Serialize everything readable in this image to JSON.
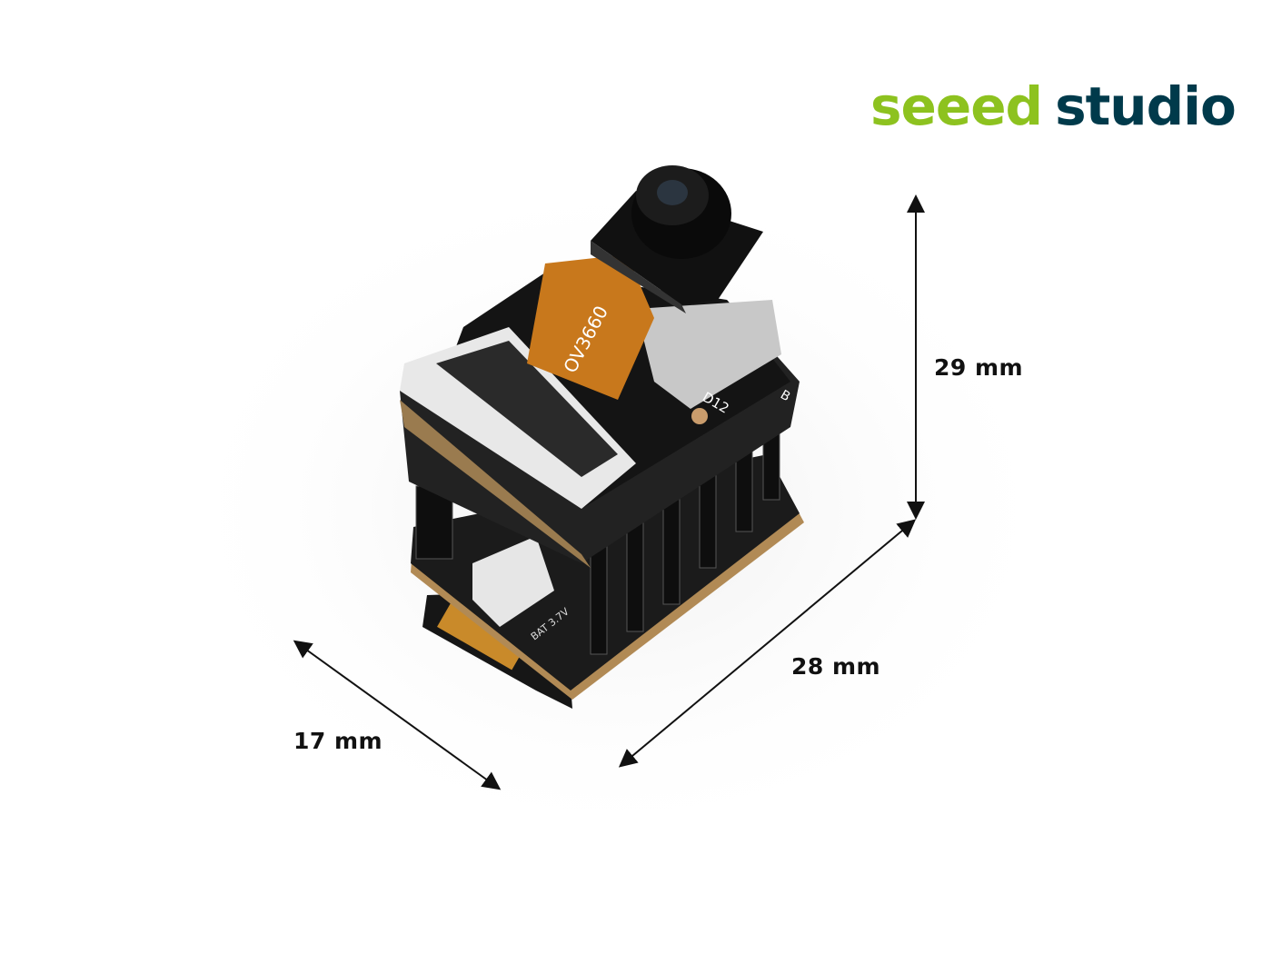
{
  "logo": {
    "part1": "seeed",
    "part2": "studio",
    "colors": {
      "green": "#8dc21f",
      "navy": "#003a4b"
    }
  },
  "dimensions": {
    "height": "29 mm",
    "length": "28 mm",
    "width": "17 mm"
  },
  "board_labels": {
    "camera": "OV3660",
    "pin": "D12",
    "button": "B",
    "battery": "BAT 3.7V"
  }
}
